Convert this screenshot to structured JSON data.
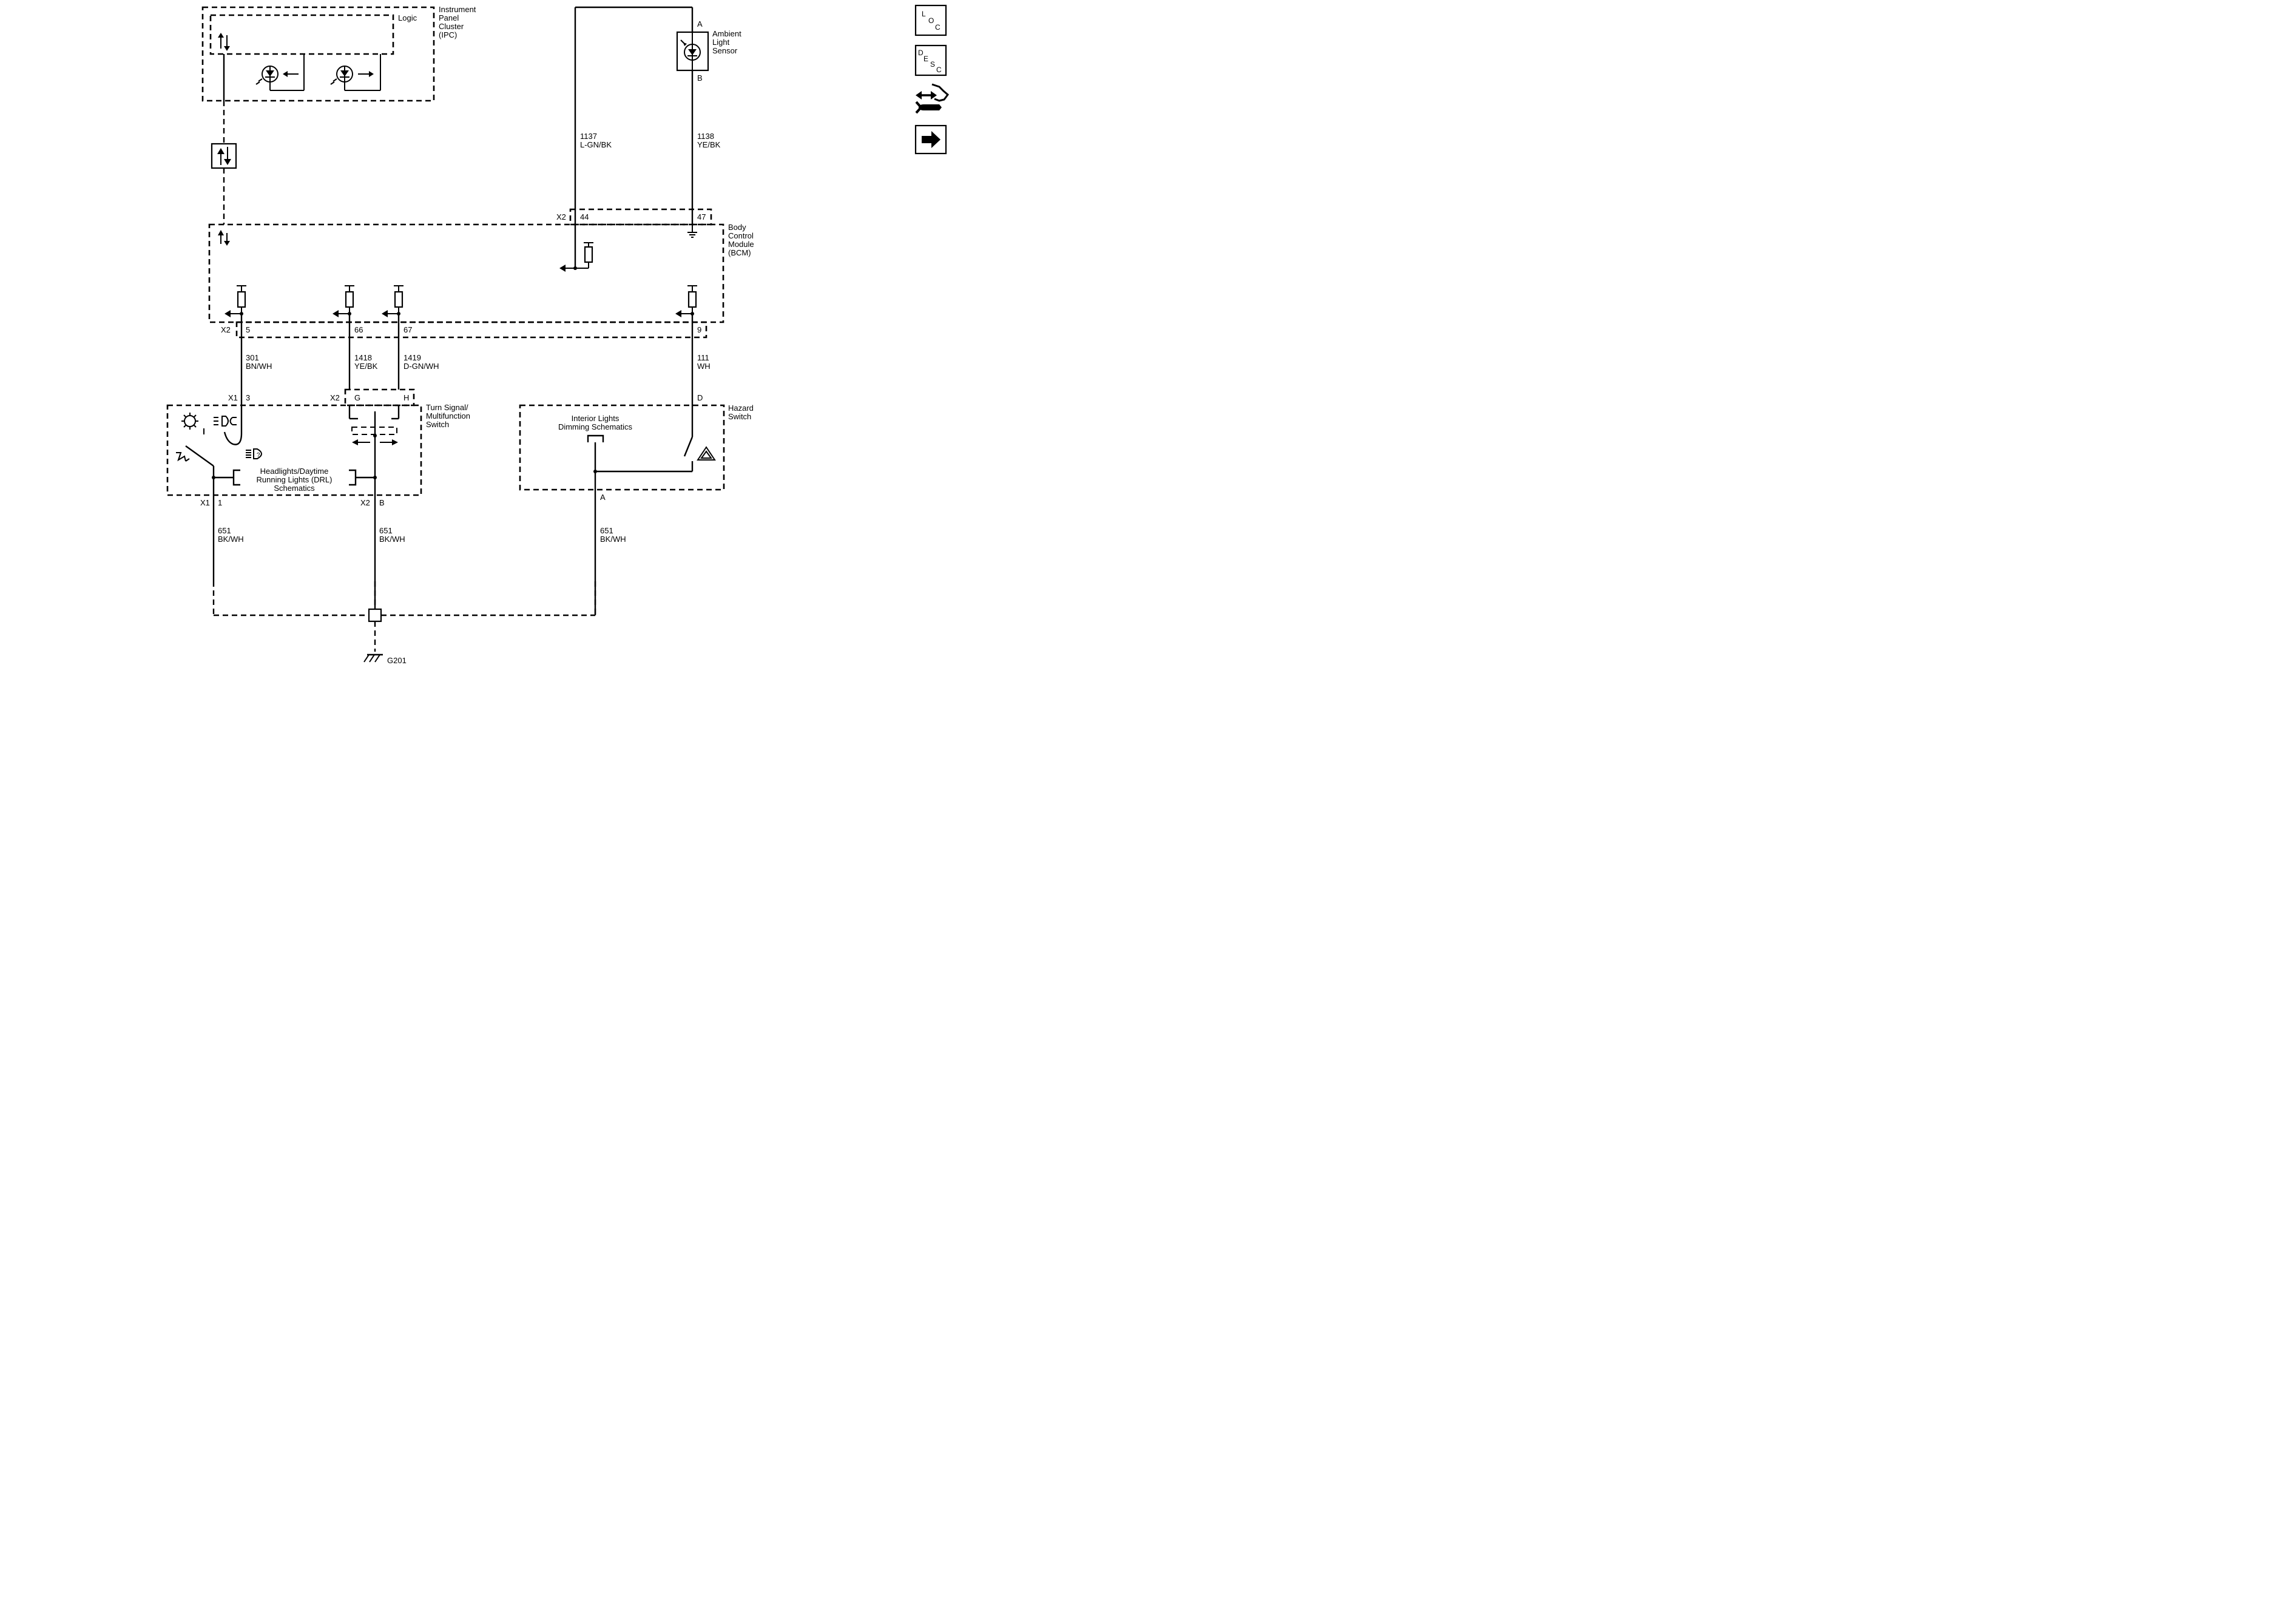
{
  "components": {
    "ipc": {
      "title": [
        "Instrument",
        "Panel",
        "Cluster",
        "(IPC)"
      ],
      "logic": "Logic"
    },
    "als": {
      "title": [
        "Ambient",
        "Light",
        "Sensor"
      ],
      "pin_a": "A",
      "pin_b": "B"
    },
    "bcm": {
      "title": [
        "Body",
        "Control",
        "Module",
        "(BCM)"
      ]
    },
    "turn": {
      "title": [
        "Turn Signal/",
        "Multifunction",
        "Switch"
      ]
    },
    "hazard": {
      "title": [
        "Hazard",
        "Switch"
      ]
    },
    "hl_ref": [
      "Headlights/Daytime",
      "Running Lights (DRL)",
      "Schematics"
    ],
    "int_ref": [
      "Interior Lights",
      "Dimming Schematics"
    ],
    "ground": "G201"
  },
  "connectors": {
    "bcm_top": {
      "name": "X2",
      "pin_44": "44",
      "pin_47": "47"
    },
    "bcm_bottom": {
      "name": "X2",
      "pin_5": "5",
      "pin_66": "66",
      "pin_67": "67",
      "pin_9": "9"
    },
    "turn_x1": {
      "name": "X1",
      "pin": "3"
    },
    "turn_x2": {
      "name": "X2",
      "pin_g": "G",
      "pin_h": "H"
    },
    "turn_x1_bottom": {
      "name": "X1",
      "pin": "1"
    },
    "turn_x2_bottom": {
      "name": "X2",
      "pin": "B"
    },
    "hazard_d": "D",
    "hazard_a": "A"
  },
  "wires": [
    {
      "circuit": "1137",
      "color": "L-GN/BK"
    },
    {
      "circuit": "1138",
      "color": "YE/BK"
    },
    {
      "circuit": "301",
      "color": "BN/WH"
    },
    {
      "circuit": "1418",
      "color": "YE/BK"
    },
    {
      "circuit": "1419",
      "color": "D-GN/WH"
    },
    {
      "circuit": "111",
      "color": "WH"
    },
    {
      "circuit": "651",
      "color": "BK/WH"
    },
    {
      "circuit": "651",
      "color": "BK/WH"
    },
    {
      "circuit": "651",
      "color": "BK/WH"
    }
  ],
  "sidebar": {
    "loc": [
      "L",
      "O",
      "C"
    ],
    "desc": [
      "D",
      "E",
      "S",
      "C"
    ],
    "icons": [
      "location-button",
      "description-button",
      "connector-tool-icon",
      "next-page-arrow-icon"
    ]
  }
}
